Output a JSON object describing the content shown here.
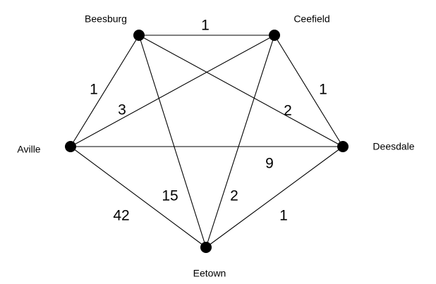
{
  "nodes": [
    {
      "id": "beesburg",
      "label": "Beesburg"
    },
    {
      "id": "ceefield",
      "label": "Ceefield"
    },
    {
      "id": "aville",
      "label": "Aville"
    },
    {
      "id": "deesdale",
      "label": "Deesdale"
    },
    {
      "id": "eetown",
      "label": "Eetown"
    }
  ],
  "edges": [
    {
      "id": "beesburg-ceefield",
      "from": "beesburg",
      "to": "ceefield",
      "weight": "1"
    },
    {
      "id": "aville-beesburg",
      "from": "aville",
      "to": "beesburg",
      "weight": "1"
    },
    {
      "id": "ceefield-deesdale",
      "from": "ceefield",
      "to": "deesdale",
      "weight": "1"
    },
    {
      "id": "aville-ceefield",
      "from": "aville",
      "to": "ceefield",
      "weight": "3"
    },
    {
      "id": "beesburg-deesdale",
      "from": "beesburg",
      "to": "deesdale",
      "weight": "2"
    },
    {
      "id": "aville-deesdale",
      "from": "aville",
      "to": "deesdale",
      "weight": "9"
    },
    {
      "id": "beesburg-eetown",
      "from": "beesburg",
      "to": "eetown",
      "weight": "15"
    },
    {
      "id": "ceefield-eetown",
      "from": "ceefield",
      "to": "eetown",
      "weight": "2"
    },
    {
      "id": "aville-eetown",
      "from": "aville",
      "to": "eetown",
      "weight": "42"
    },
    {
      "id": "deesdale-eetown",
      "from": "deesdale",
      "to": "eetown",
      "weight": "1"
    }
  ],
  "colors": {
    "line": "#000000",
    "node": "#000000",
    "text": "#000000",
    "background": "#ffffff"
  }
}
